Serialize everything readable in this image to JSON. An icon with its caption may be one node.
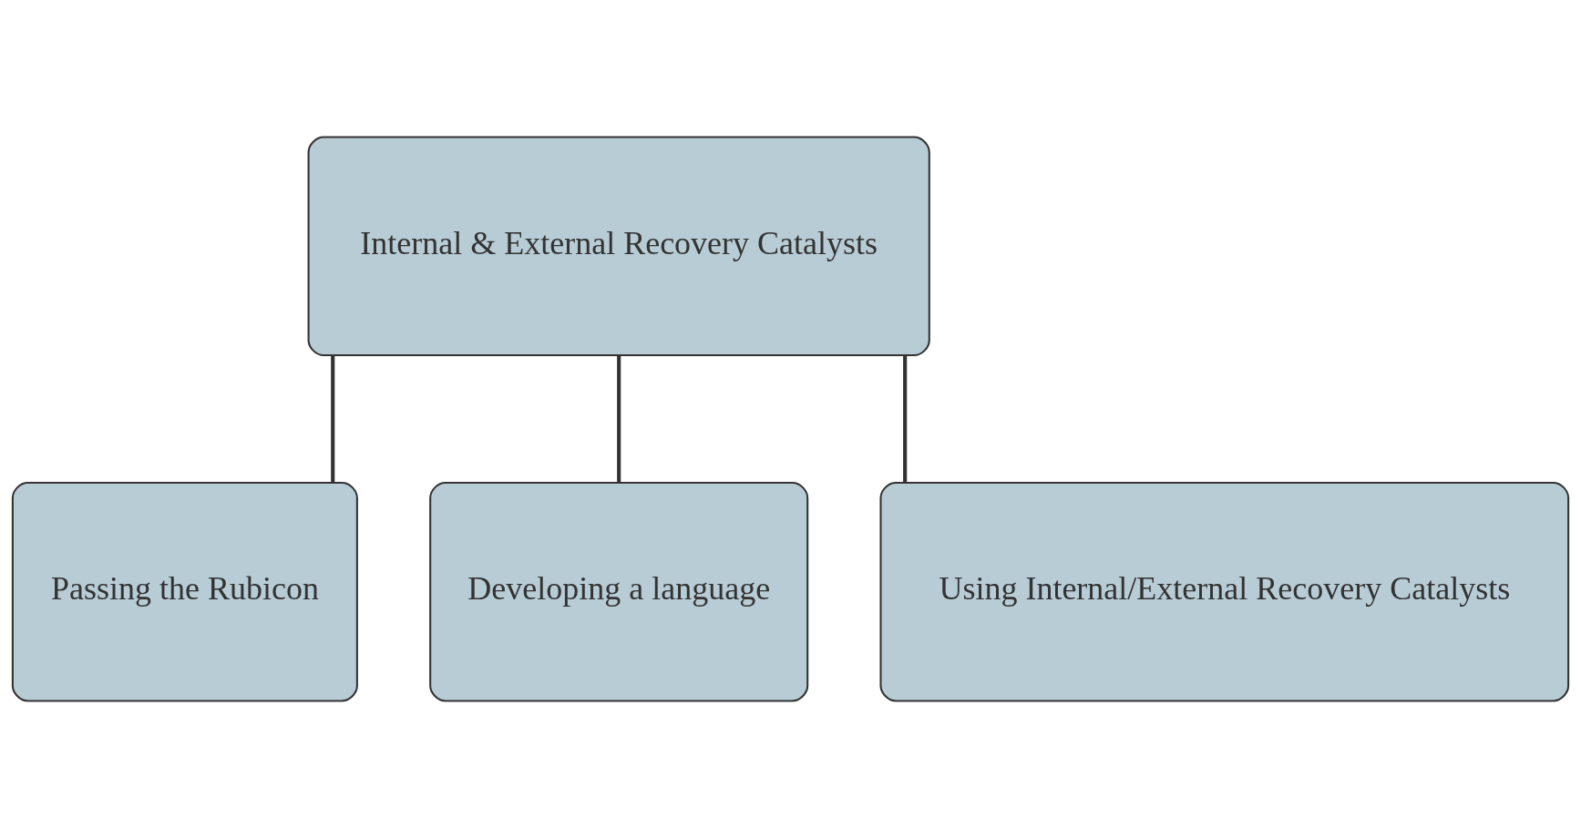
{
  "diagram": {
    "nodes": [
      {
        "text": [
          "Internal & External Recovery Catalysts"
        ]
      },
      {
        "text": [
          "Passing the Rubicon"
        ]
      },
      {
        "text": [
          "Developing a language"
        ]
      },
      {
        "text": [
          "Using Internal/External Recovery Catalysts"
        ]
      }
    ],
    "edges": [
      {
        "from": 0,
        "to": 1,
        "arrow": "none"
      },
      {
        "from": 0,
        "to": 2,
        "arrow": "none"
      },
      {
        "from": 0,
        "to": 3,
        "arrow": "none"
      }
    ]
  }
}
